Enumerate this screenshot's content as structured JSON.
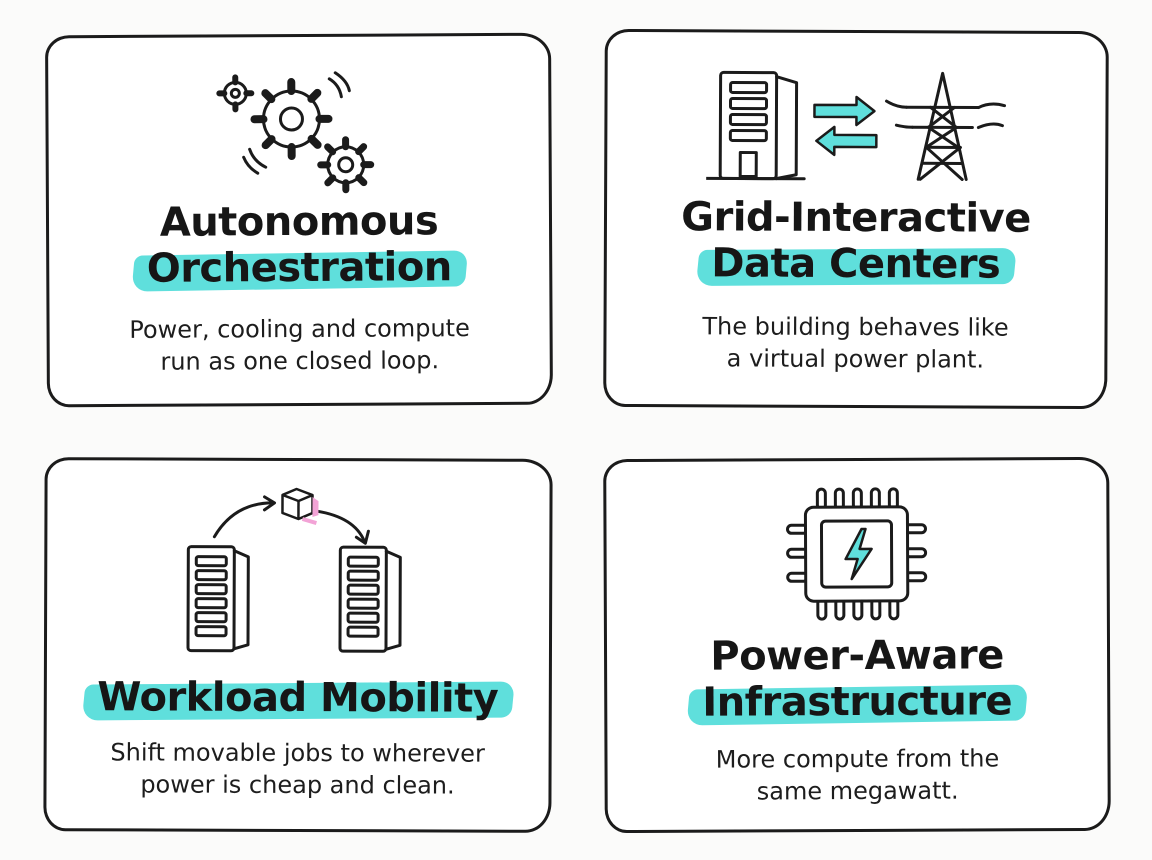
{
  "accent_color": "#5fdfdc",
  "accent_pink": "#f2a3d6",
  "cards": [
    {
      "title_line1": "Autonomous",
      "title_line2": "Orchestration",
      "desc_line1": "Power, cooling and compute",
      "desc_line2": "run as one closed loop.",
      "icon": "gears-icon"
    },
    {
      "title_line1": "Grid-Interactive",
      "title_line2": "Data Centers",
      "desc_line1": "The building behaves like",
      "desc_line2": "a virtual power plant.",
      "icon": "server-grid-exchange-icon"
    },
    {
      "title_line1": "Workload Mobility",
      "desc_line1": "Shift movable jobs to wherever",
      "desc_line2": "power is cheap and clean.",
      "icon": "workload-migration-icon"
    },
    {
      "title_line1": "Power-Aware",
      "title_line2": "Infrastructure",
      "desc_line1": "More compute from the",
      "desc_line2": "same megawatt.",
      "icon": "power-chip-icon"
    }
  ]
}
